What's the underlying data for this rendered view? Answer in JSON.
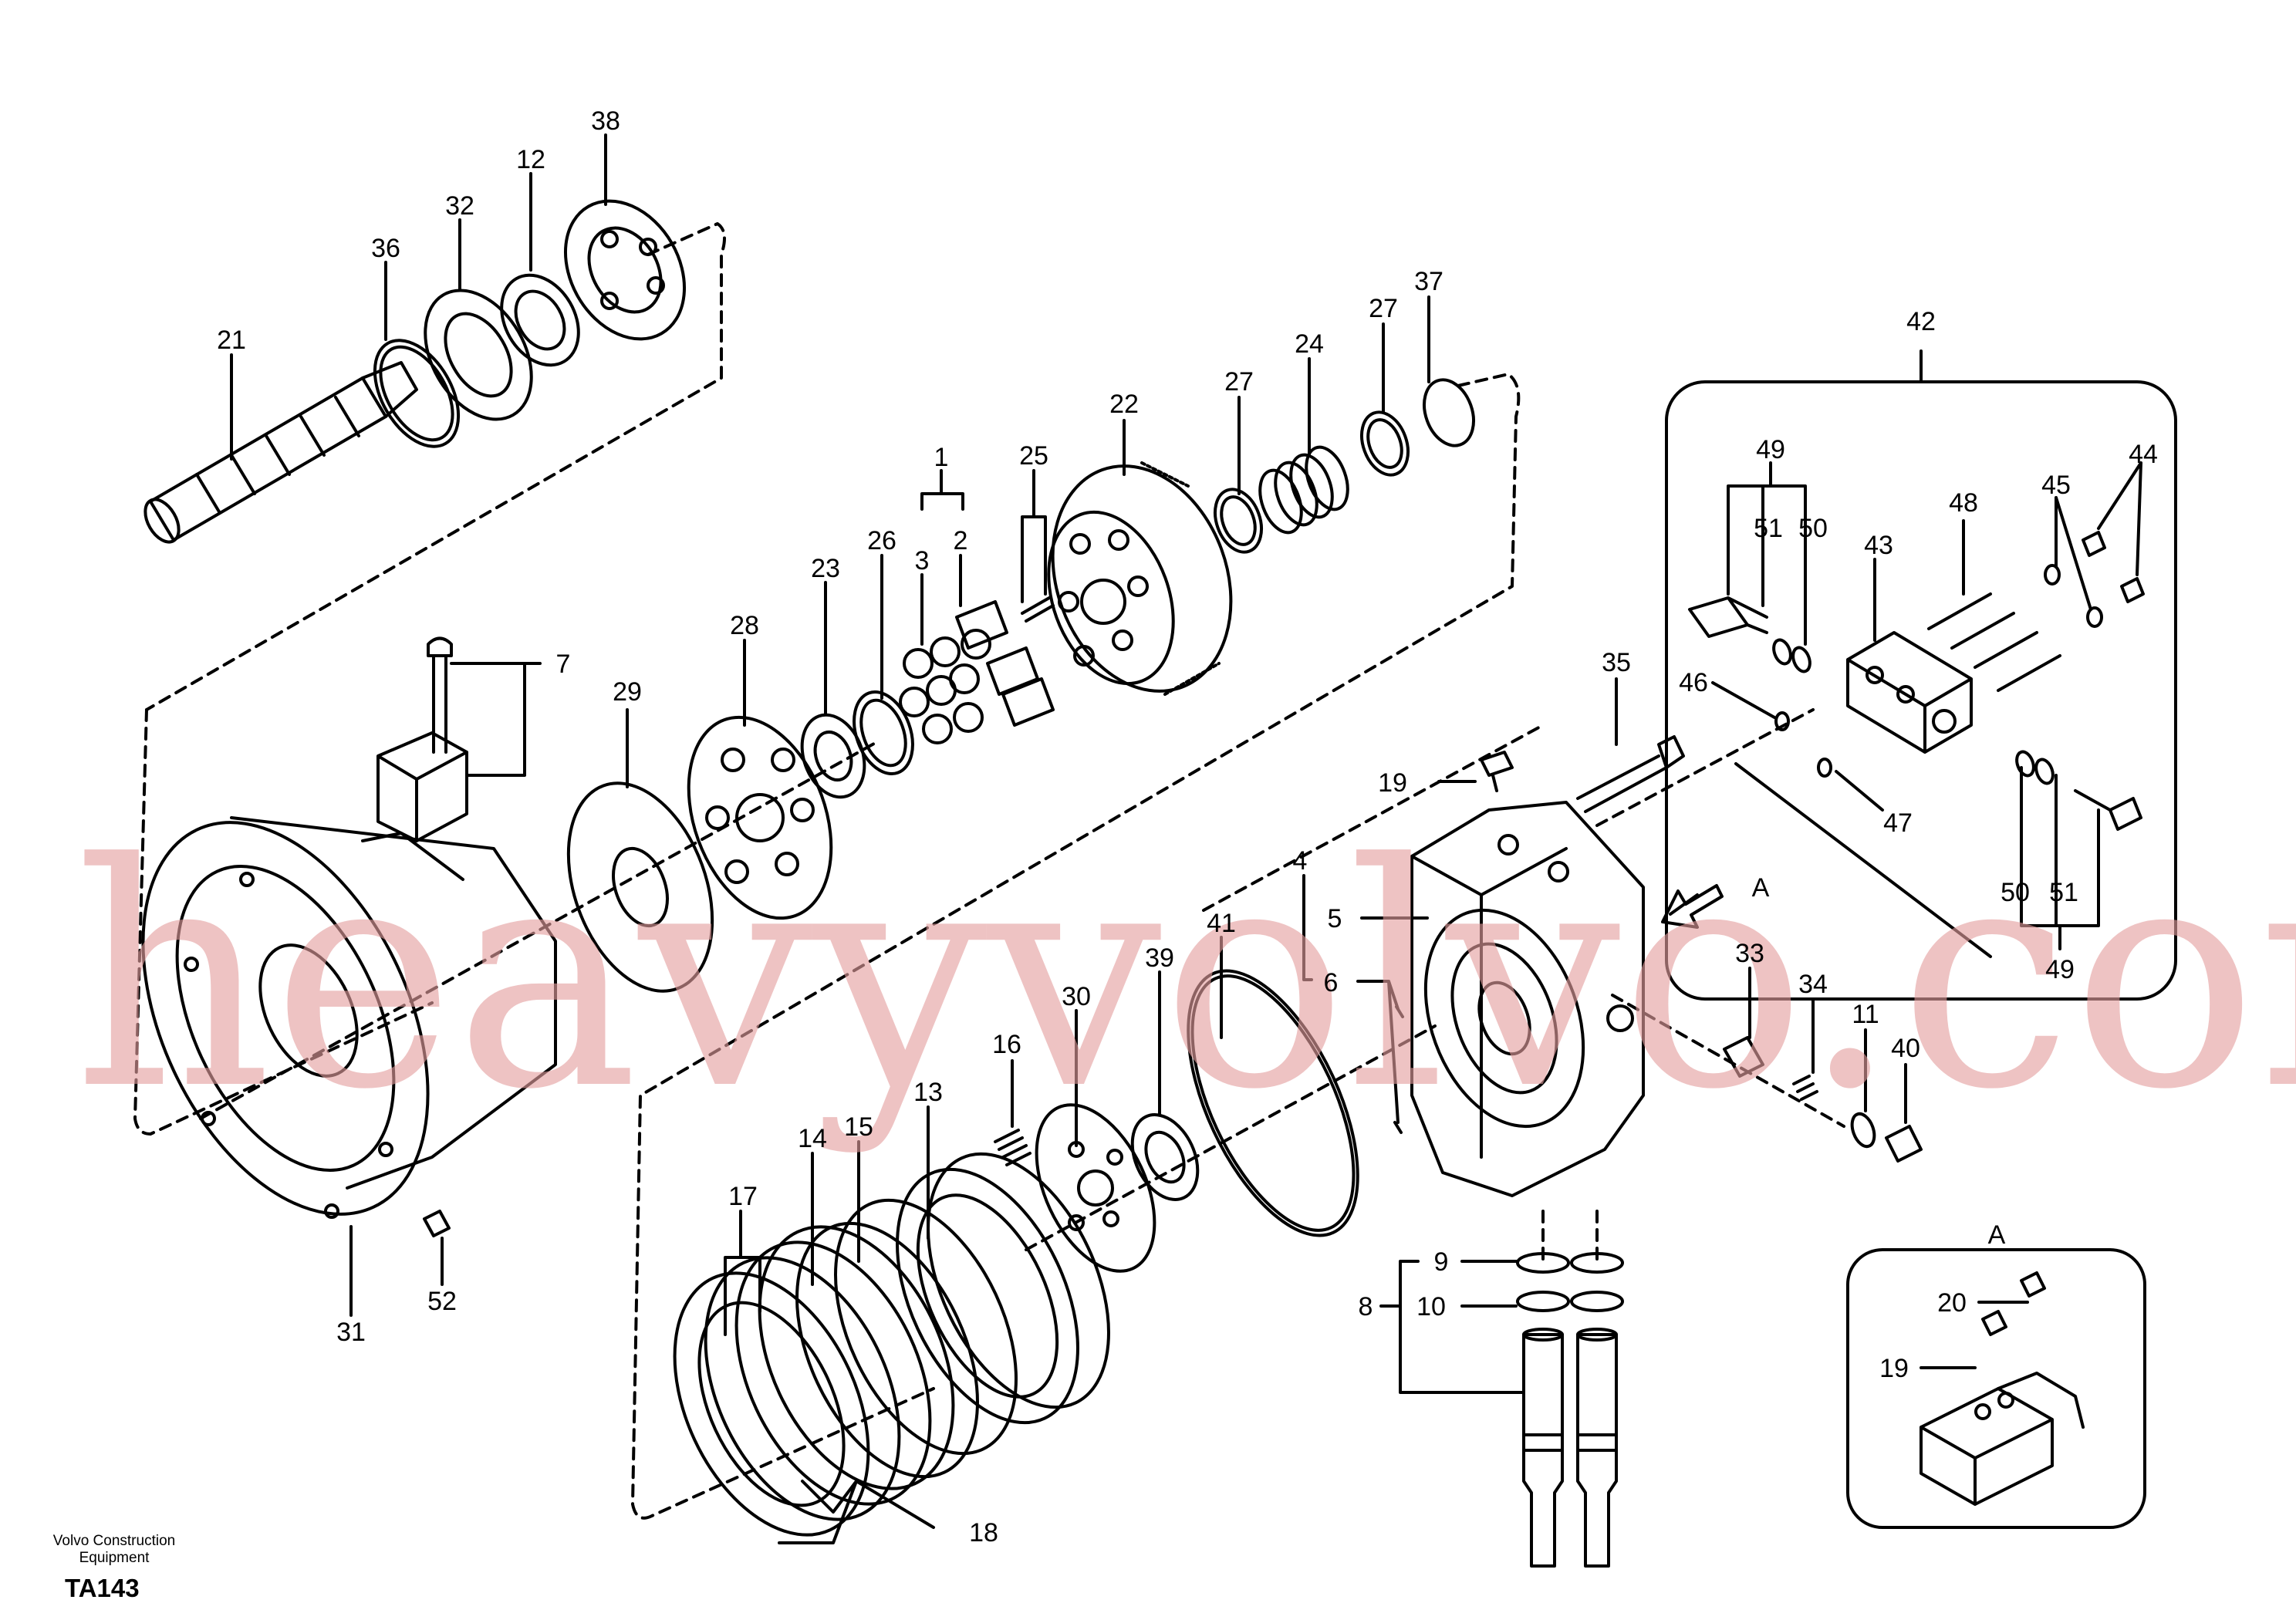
{
  "watermark": "heavyvolvo.com",
  "brand": {
    "line1": "Volvo Construction",
    "line2": "Equipment"
  },
  "figure_code": "TA143",
  "view_label": "A",
  "callouts": [
    "1",
    "2",
    "3",
    "4",
    "5",
    "6",
    "7",
    "8",
    "9",
    "10",
    "11",
    "12",
    "13",
    "14",
    "15",
    "16",
    "17",
    "18",
    "19",
    "20",
    "21",
    "22",
    "23",
    "24",
    "25",
    "26",
    "27",
    "28",
    "29",
    "30",
    "31",
    "32",
    "33",
    "34",
    "35",
    "36",
    "37",
    "38",
    "39",
    "40",
    "41",
    "42",
    "43",
    "44",
    "45",
    "46",
    "47",
    "48",
    "49",
    "50",
    "51",
    "52"
  ]
}
